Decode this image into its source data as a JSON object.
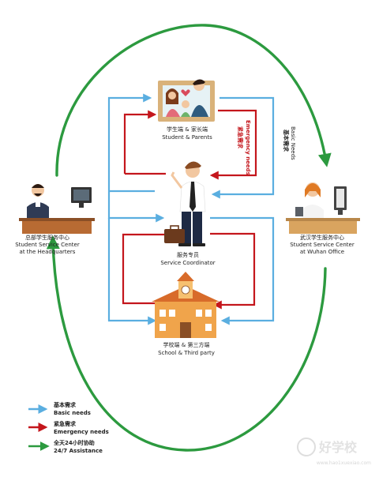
{
  "colors": {
    "basic": "#5aaee0",
    "emergency": "#c4161c",
    "assistance": "#2c9a3f"
  },
  "nodes": {
    "hq": {
      "zh": "总部学生服务中心",
      "en1": "Student Service Center",
      "en2": "at the Headquarters"
    },
    "wuhan": {
      "zh": "武汉学生服务中心",
      "en1": "Student Service Center",
      "en2": "at Wuhan Office"
    },
    "parents": {
      "zh": "学生端 & 家长端",
      "en": "Student & Parents"
    },
    "coordinator": {
      "zh": "服务专员",
      "en": "Service Coordinator"
    },
    "school": {
      "zh": "学校端 & 第三方端",
      "en": "School & Third party"
    }
  },
  "side_labels": {
    "emergency_zh": "紧急需求",
    "emergency_en": "Emergency needs",
    "basic_zh": "基本需求",
    "basic_en": "Basic Needs"
  },
  "legend": {
    "basic": {
      "zh": "基本需求",
      "en": "Basic needs"
    },
    "emergency": {
      "zh": "紧急需求",
      "en": "Emergency needs"
    },
    "assistance": {
      "zh": "全天24小时协助",
      "en": "24/7 Assistance"
    }
  },
  "watermark": {
    "logo": "好学校",
    "url": "www.hao1xuexiao.com"
  }
}
